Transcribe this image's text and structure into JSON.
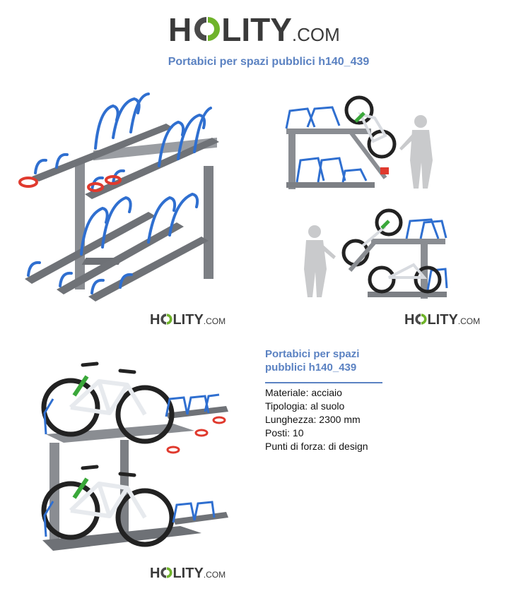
{
  "brand": {
    "h": "H",
    "lity": "LITY",
    "dotcom": ".COM"
  },
  "page": {
    "title": "Portabici per spazi pubblici h140_439"
  },
  "colors": {
    "accent": "#5b82c2",
    "logo_green": "#6fb32a",
    "rack_blue": "#2f6fd0",
    "rack_red": "#e03a2e",
    "steel": "#8a8d92"
  },
  "product_info": {
    "title": "Portabici per spazi pubblici h140_439",
    "specs": [
      "Materiale: acciaio",
      "Tipologia: al suolo",
      "Lunghezza: 2300 mm",
      "Posti: 10",
      "Punti di forza: di design"
    ]
  },
  "images": [
    {
      "name": "rack-front-view"
    },
    {
      "name": "rack-side-view-top"
    },
    {
      "name": "rack-side-view-bottom"
    },
    {
      "name": "rack-with-bikes"
    }
  ]
}
